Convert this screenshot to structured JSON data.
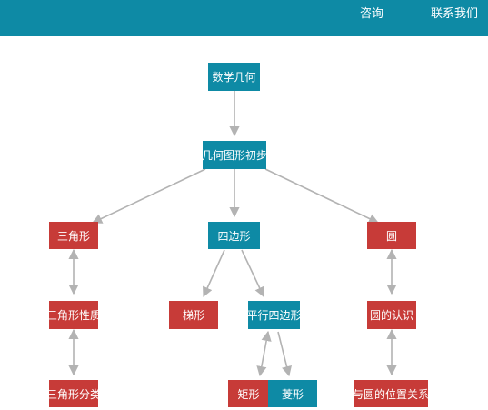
{
  "header": {
    "nav": {
      "consult": "咨询",
      "contact": "联系我们"
    }
  },
  "colors": {
    "header_bg": "#0e8aa5",
    "teal_node": "#0e8aa5",
    "red_node": "#c73b38",
    "connector": "#b3b3b3"
  },
  "mindmap": {
    "root": "数学几何",
    "level1": "几何图形初步",
    "triangle": "三角形",
    "triangle_property": "三角形性质",
    "triangle_classify": "三角形分类",
    "quadrilateral": "四边形",
    "trapezoid": "梯形",
    "parallelogram": "平行四边形",
    "rectangle": "矩形",
    "rhombus": "菱形",
    "circle": "圆",
    "circle_knowledge": "圆的认识",
    "circle_position": "与圆的位置关系"
  }
}
